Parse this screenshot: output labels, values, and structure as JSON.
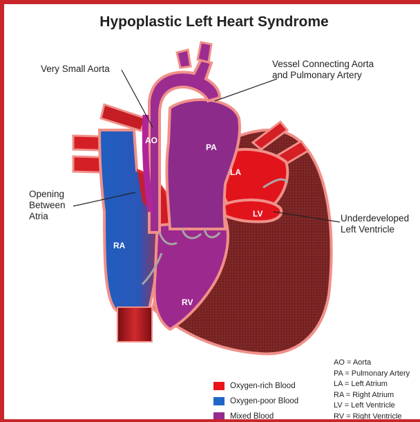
{
  "title": "Hypoplastic Left Heart Syndrome",
  "callouts": {
    "very_small_aorta": "Very Small Aorta",
    "vessel_connecting_line1": "Vessel Connecting Aorta",
    "vessel_connecting_line2": "and Pulmonary Artery",
    "opening_line1": "Opening",
    "opening_line2": "Between",
    "opening_line3": "Atria",
    "underdeveloped_line1": "Underdeveloped",
    "underdeveloped_line2": "Left Ventricle"
  },
  "chamber_labels": {
    "ao": "AO",
    "pa": "PA",
    "la": "LA",
    "lv": "LV",
    "ra": "RA",
    "rv": "RV"
  },
  "legend": [
    {
      "label": "Oxygen-rich Blood",
      "color": "#e8141a"
    },
    {
      "label": "Oxygen-poor Blood",
      "color": "#1f66c7"
    },
    {
      "label": "Mixed Blood",
      "color": "#962a8f"
    }
  ],
  "abbreviations": [
    "AO = Aorta",
    "PA = Pulmonary Artery",
    "LA = Left Atrium",
    "RA = Right Atrium",
    "LV = Left Ventricle",
    "RV = Right Ventricle"
  ],
  "colors": {
    "frame": "#c9262a",
    "outline": "#f0908a",
    "muscle": "#7a2424"
  }
}
